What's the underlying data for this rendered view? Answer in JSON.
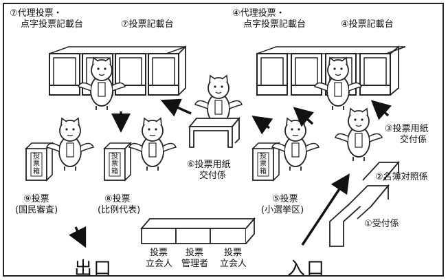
{
  "labels": {
    "proxy_braille_left_1": "⑦代理投票・",
    "proxy_braille_left_2": "点字投票記載台",
    "booth_left": "⑦投票記載台",
    "proxy_braille_right_1": "④代理投票・",
    "proxy_braille_right_2": "点字投票記載台",
    "booth_right": "④投票記載台",
    "ballot_issue_3_1": "③投票用紙",
    "ballot_issue_3_2": "交付係",
    "register_check": "②名簿対照係",
    "reception": "①受付係",
    "ballot_issue_6_1": "⑥投票用紙",
    "ballot_issue_6_2": "交付係",
    "vote_5_1": "⑤投票",
    "vote_5_2": "(小選挙区)",
    "vote_8_1": "⑧投票",
    "vote_8_2": "(比例代表)",
    "vote_9_1": "⑨投票",
    "vote_9_2": "(国民審査)",
    "witness_left_1": "投票",
    "witness_left_2": "立会人",
    "manager_1": "投票",
    "manager_2": "管理者",
    "witness_right_1": "投票",
    "witness_right_2": "立会人",
    "exit": "出口",
    "entrance": "入口",
    "box_text": "投票箱"
  }
}
